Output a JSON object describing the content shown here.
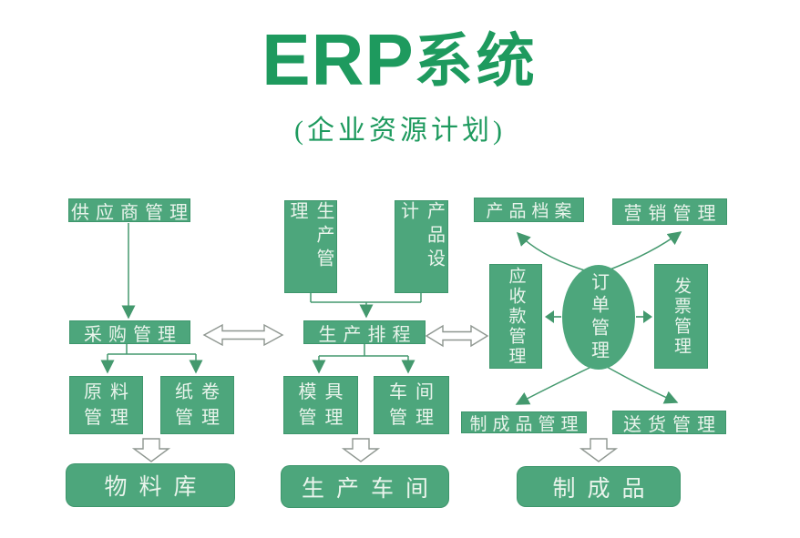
{
  "title": {
    "brand": "ERP",
    "suffix": "系统",
    "subtitle": "(企业资源计划)"
  },
  "colors": {
    "background": "#ffffff",
    "title_green": "#1e9a5e",
    "box_green": "#4da67c",
    "box_text": "#eaf4ec",
    "arrow_green": "#44996e",
    "hollow_outline": "#8e9690"
  },
  "nodes": {
    "supplier": {
      "label": "供应商管理"
    },
    "purchasing": {
      "label": "采购管理"
    },
    "raw_material": {
      "lines": [
        "原料",
        "管理"
      ]
    },
    "paper_roll": {
      "lines": [
        "纸卷",
        "管理"
      ]
    },
    "material_store": {
      "label": "物料库"
    },
    "production_mgmt": {
      "label": "生产管理"
    },
    "product_design": {
      "label": "产品设计"
    },
    "scheduling": {
      "label": "生产排程"
    },
    "mold": {
      "lines": [
        "模具",
        "管理"
      ]
    },
    "workshop_mgmt": {
      "lines": [
        "车间",
        "管理"
      ]
    },
    "production_workshop": {
      "label": "生产车间"
    },
    "product_archive": {
      "label": "产品档案"
    },
    "marketing": {
      "label": "营销管理"
    },
    "receivables": {
      "label": "应收款管理"
    },
    "order_mgmt": {
      "label": "订单管理"
    },
    "invoice": {
      "label": "发票管理"
    },
    "finished_goods_mgmt": {
      "label": "制成品管理"
    },
    "delivery": {
      "label": "送货管理"
    },
    "finished_goods": {
      "label": "制成品"
    }
  }
}
